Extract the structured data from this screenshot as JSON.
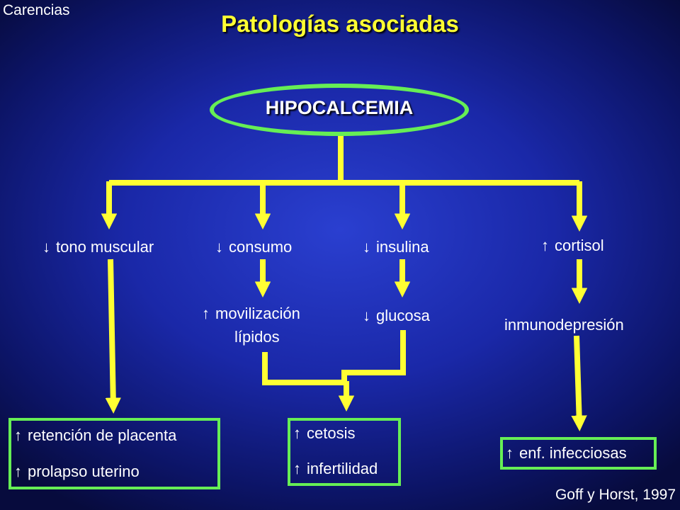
{
  "slide": {
    "corner_label": "Carencias",
    "title": "Patologías asociadas",
    "citation": "Goff y Horst, 1997"
  },
  "diagram": {
    "root": "HIPOCALCEMIA",
    "up_symbol": "↑",
    "down_symbol": "↓",
    "level1": {
      "tono_muscular": "tono muscular",
      "consumo": "consumo",
      "insulina": "insulina",
      "cortisol": "cortisol"
    },
    "level2": {
      "movilizacion_line1": "movilización",
      "movilizacion_line2": "lípidos",
      "glucosa": "glucosa",
      "inmunodepresion": "inmunodepresión"
    },
    "outcomes": {
      "retencion": "retención de placenta",
      "prolapso": "prolapso uterino",
      "cetosis": "cetosis",
      "infertilidad": "infertilidad",
      "enf_infecciosas": "enf. infecciosas"
    }
  },
  "colors": {
    "background": "#1a28a8",
    "title": "#ffff33",
    "arrow": "#ffff33",
    "border": "#66ee55",
    "text": "#ffffff"
  }
}
